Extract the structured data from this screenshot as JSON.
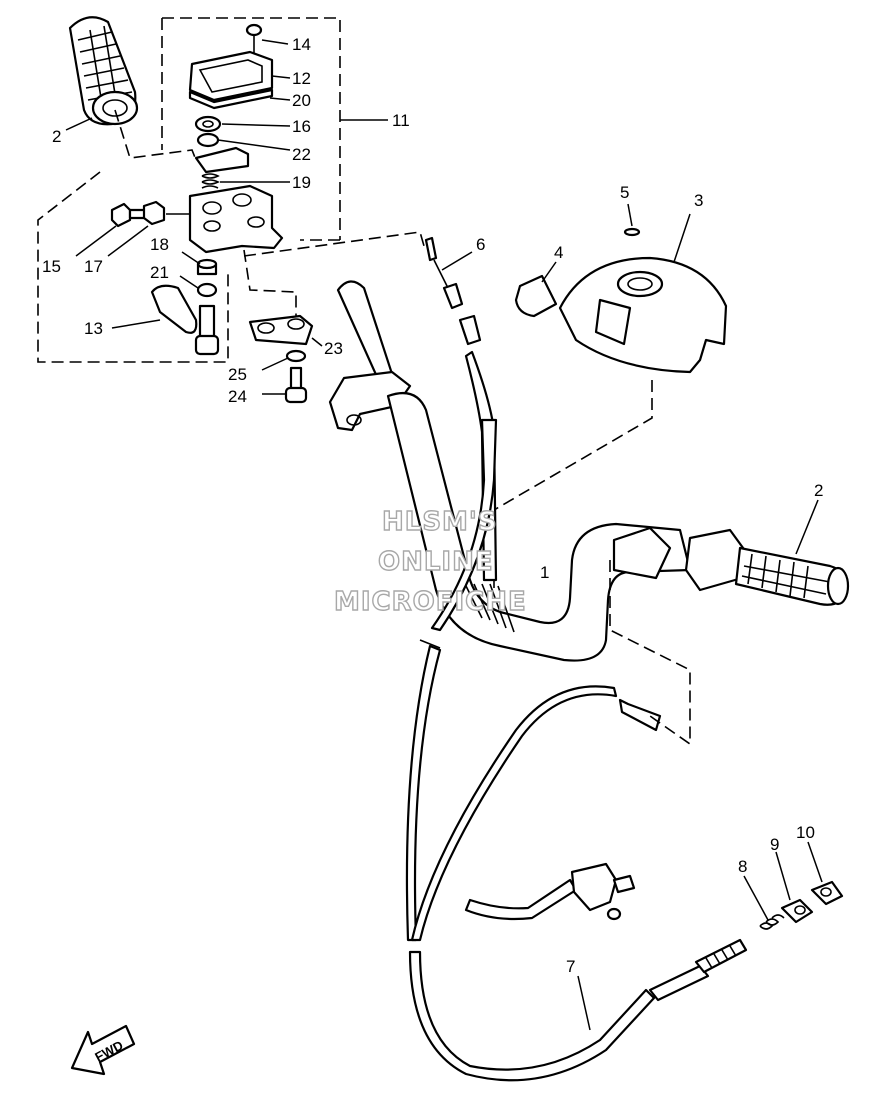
{
  "watermark": {
    "line1": "HLSM'S",
    "line2": "ONLINE",
    "line3": "MICROFICHE"
  },
  "direction_label": "FWD",
  "callouts": [
    {
      "id": "1",
      "text": "1"
    },
    {
      "id": "2a",
      "text": "2"
    },
    {
      "id": "2b",
      "text": "2"
    },
    {
      "id": "3",
      "text": "3"
    },
    {
      "id": "4",
      "text": "4"
    },
    {
      "id": "5",
      "text": "5"
    },
    {
      "id": "6",
      "text": "6"
    },
    {
      "id": "7",
      "text": "7"
    },
    {
      "id": "8",
      "text": "8"
    },
    {
      "id": "9",
      "text": "9"
    },
    {
      "id": "10",
      "text": "10"
    },
    {
      "id": "11",
      "text": "11"
    },
    {
      "id": "12",
      "text": "12"
    },
    {
      "id": "13",
      "text": "13"
    },
    {
      "id": "14",
      "text": "14"
    },
    {
      "id": "15",
      "text": "15"
    },
    {
      "id": "16",
      "text": "16"
    },
    {
      "id": "17",
      "text": "17"
    },
    {
      "id": "18",
      "text": "18"
    },
    {
      "id": "19",
      "text": "19"
    },
    {
      "id": "20",
      "text": "20"
    },
    {
      "id": "21",
      "text": "21"
    },
    {
      "id": "22",
      "text": "22"
    },
    {
      "id": "23",
      "text": "23"
    },
    {
      "id": "24",
      "text": "24"
    },
    {
      "id": "25",
      "text": "25"
    }
  ]
}
